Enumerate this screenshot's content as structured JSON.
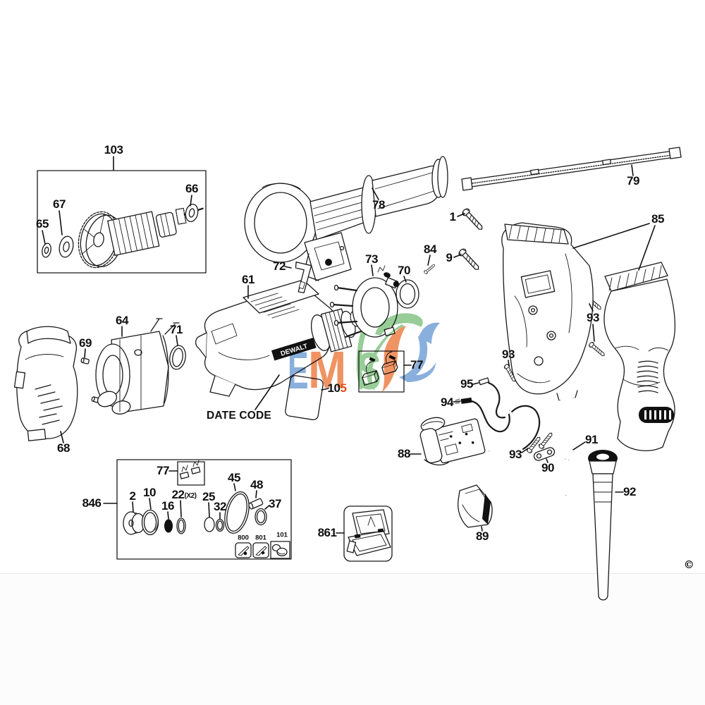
{
  "labels": {
    "p103": "103",
    "p67": "67",
    "p65": "65",
    "p66": "66",
    "p78": "78",
    "p79": "79",
    "p1": "1",
    "p9": "9",
    "p84": "84",
    "p85": "85",
    "p93": "93",
    "p61": "61",
    "p72": "72",
    "p73": "73",
    "p70": "70",
    "p77": "77",
    "p105_black": "10",
    "p105_orange": "5",
    "p64": "64",
    "p69": "69",
    "p71": "71",
    "p68": "68",
    "p95": "95",
    "p94": "94",
    "p88": "88",
    "p90": "90",
    "p91": "91",
    "p92": "92",
    "p89": "89",
    "p846": "846",
    "p2": "2",
    "p10": "10",
    "p16": "16",
    "p22": "22",
    "p22_qty": "(X2)",
    "p25": "25",
    "p32": "32",
    "p45": "45",
    "p48": "48",
    "p37": "37",
    "p800": "800",
    "p801": "801",
    "p101": "101",
    "p861": "861",
    "date_code": "DATE CODE"
  },
  "brand": {
    "logo_text": "DEWALT"
  },
  "watermark": {
    "letter_e": "E",
    "letter_m": "M",
    "letter_s": "S",
    "color_blue": "#7fa8d9",
    "color_orange": "#ee8a55",
    "color_green": "#8fc98f"
  },
  "footer": {
    "copyright": "©"
  },
  "line_color": "#1a1a1a"
}
